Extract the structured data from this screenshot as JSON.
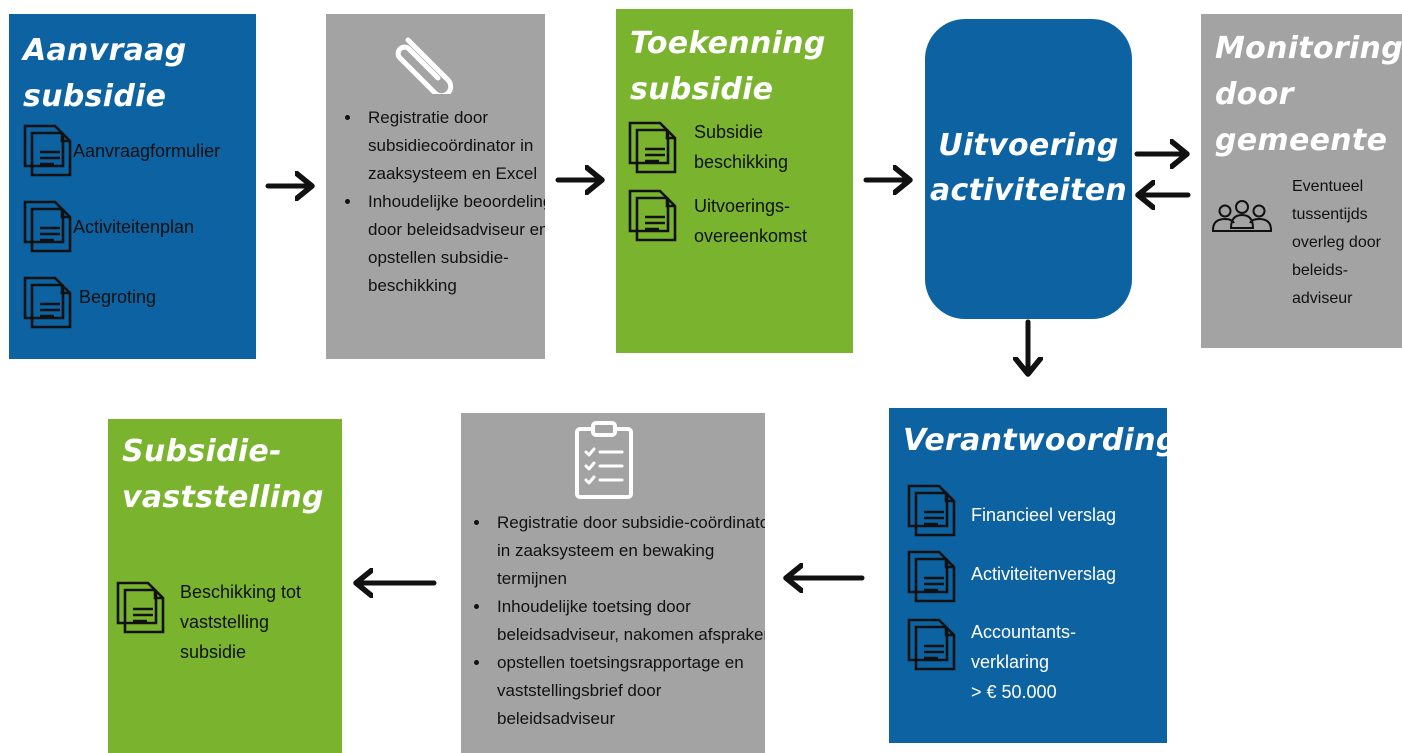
{
  "aanvraag": {
    "title": "Aanvraag\nsubsidie",
    "items": [
      "Aanvraagformulier",
      "Activiteitenplan",
      "Begroting"
    ]
  },
  "registratie": {
    "bullets": [
      "Registratie door subsidiecoördinator in zaaksysteem en Excel",
      "Inhoudelijke beoordeling door beleidsadviseur en opstellen subsidie-beschikking"
    ]
  },
  "toekenning": {
    "title": "Toekenning\nsubsidie",
    "items": [
      "Subsidie\nbeschikking",
      "Uitvoerings-\novereenkomst"
    ]
  },
  "uitvoering": {
    "title": "Uitvoering\nactiviteiten"
  },
  "monitoring": {
    "title": "Monitoring\ndoor\ngemeente",
    "text": "Eventueel\ntussentijds\noverleg door\nbeleids-\nadviseur"
  },
  "verantwoording": {
    "title": "Verantwoording",
    "items": [
      "Financieel verslag",
      "Activiteitenverslag",
      "Accountants-\nverklaring\n> € 50.000"
    ]
  },
  "toetsing": {
    "bullets": [
      "Registratie door subsidie-coördinator in zaaksysteem en bewaking termijnen",
      "Inhoudelijke toetsing door beleidsadviseur, nakomen afspraken",
      "opstellen toetsingsrapportage en vaststellingsbrief door beleidsadviseur"
    ]
  },
  "vaststelling": {
    "title": "Subsidie-\nvaststelling",
    "items": [
      "Beschikking tot\nvaststelling\nsubsidie"
    ]
  },
  "colors": {
    "blue": "#0d62a1",
    "green": "#7ab42f",
    "gray": "#a3a3a3"
  },
  "icons": [
    "document-icon",
    "paperclip-icon",
    "people-icon",
    "clipboard-checklist-icon",
    "arrow-icon"
  ]
}
